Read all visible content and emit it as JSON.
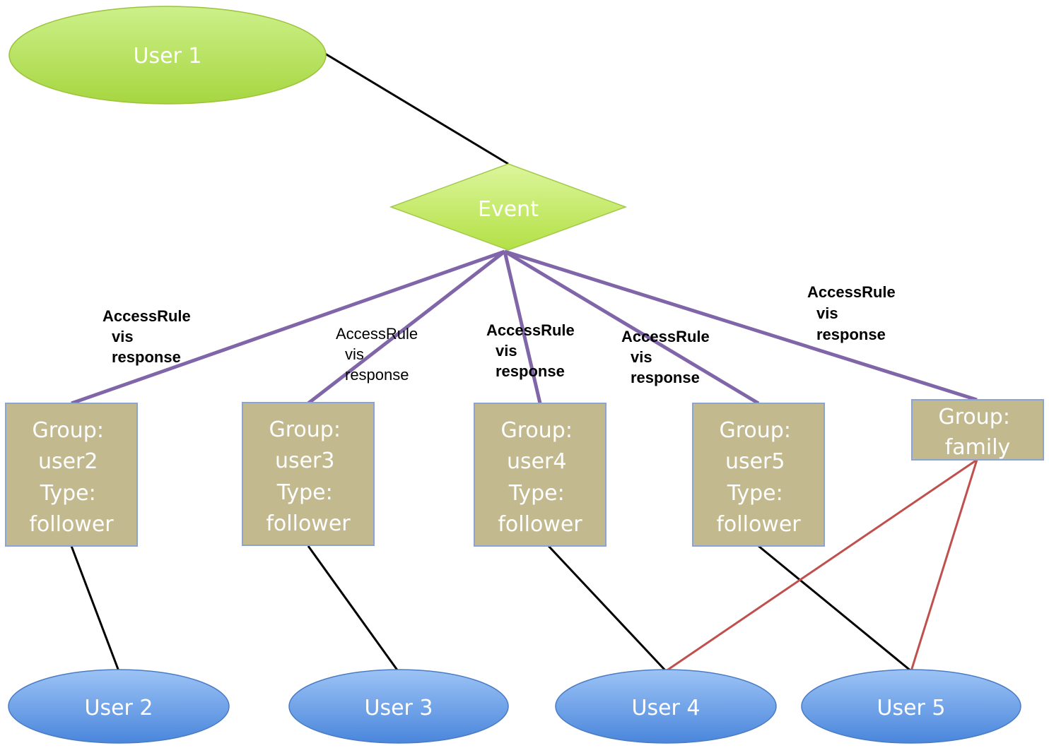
{
  "colors": {
    "user_top": "#b6e15a",
    "event": "#c9ef6a",
    "group_fill": "#c3b98f",
    "group_stroke": "#8aa4d4",
    "user_bottom": "#5b98e6",
    "access_line": "#8066a8",
    "member_line": "#000000",
    "family_line": "#c0504d"
  },
  "nodes": {
    "user1": "User 1",
    "event": "Event",
    "user2": "User 2",
    "user3": "User 3",
    "user4": "User 4",
    "user5": "User 5"
  },
  "groups": [
    {
      "lines": [
        "Group:",
        "user2",
        "Type:",
        "follower"
      ]
    },
    {
      "lines": [
        "Group:",
        "user3",
        "Type:",
        "follower"
      ]
    },
    {
      "lines": [
        "Group:",
        "user4",
        "Type:",
        "follower"
      ]
    },
    {
      "lines": [
        "Group:",
        "user5",
        "Type:",
        "follower"
      ]
    },
    {
      "lines": [
        "Group:",
        "family"
      ]
    }
  ],
  "access_rules": [
    {
      "lines": [
        "AccessRule",
        "vis",
        "response"
      ],
      "bold": true
    },
    {
      "lines": [
        "AccessRule",
        "vis",
        "response"
      ],
      "bold": false
    },
    {
      "lines": [
        "AccessRule",
        "vis",
        "response"
      ],
      "bold": true
    },
    {
      "lines": [
        "AccessRule",
        "vis",
        "response"
      ],
      "bold": true
    },
    {
      "lines": [
        "AccessRule",
        "vis",
        "response"
      ],
      "bold": true
    }
  ]
}
